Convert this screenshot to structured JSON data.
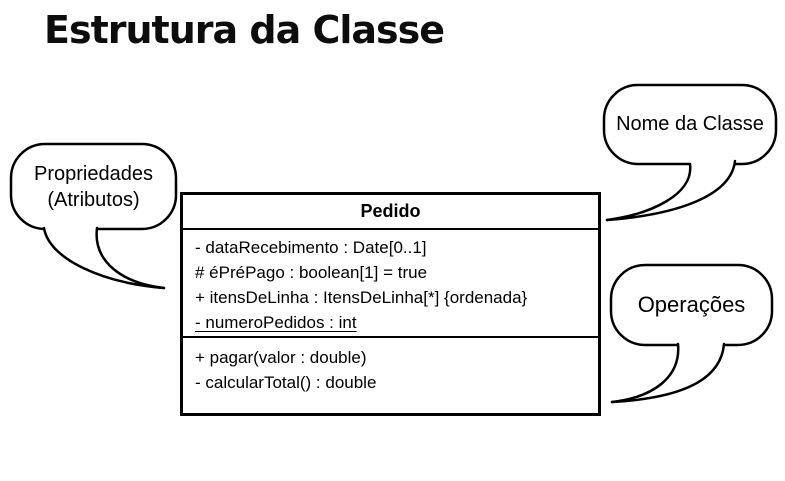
{
  "title": "Estrutura da Classe",
  "uml_class": {
    "name": "Pedido",
    "attributes": [
      "- dataRecebimento : Date[0..1]",
      "# éPréPago : boolean[1] = true",
      "+ itensDeLinha : ItensDeLinha[*] {ordenada}",
      "- numeroPedidos : int"
    ],
    "operations": [
      "+ pagar(valor : double)",
      "- calcularTotal() : double"
    ]
  },
  "callouts": {
    "class_name": {
      "label": "Nome da Classe"
    },
    "properties": {
      "line1": "Propriedades",
      "line2": "(Atributos)"
    },
    "operations": {
      "label": "Operações"
    }
  },
  "colors": {
    "ink": "#000000",
    "background": "#ffffff"
  }
}
